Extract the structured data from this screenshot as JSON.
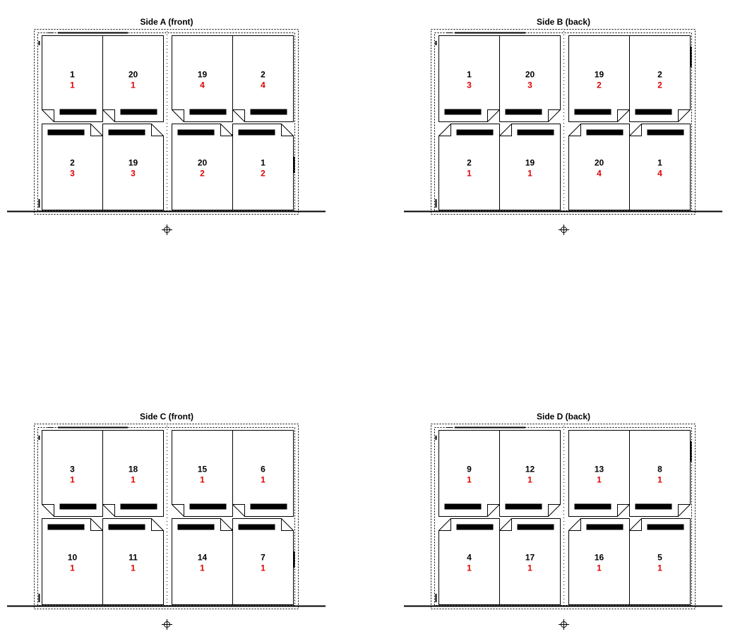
{
  "colors": {
    "ink": "#000000",
    "accent": "#e00000"
  },
  "sides": [
    {
      "title": "Side A (front)",
      "orientation": "front",
      "top_row": [
        {
          "page": "1",
          "sheet": "1"
        },
        {
          "page": "20",
          "sheet": "1"
        },
        {
          "page": "19",
          "sheet": "4"
        },
        {
          "page": "2",
          "sheet": "4"
        }
      ],
      "bottom_row": [
        {
          "page": "2",
          "sheet": "3"
        },
        {
          "page": "19",
          "sheet": "3"
        },
        {
          "page": "20",
          "sheet": "2"
        },
        {
          "page": "1",
          "sheet": "2"
        }
      ]
    },
    {
      "title": "Side B (back)",
      "orientation": "back",
      "top_row": [
        {
          "page": "1",
          "sheet": "3"
        },
        {
          "page": "20",
          "sheet": "3"
        },
        {
          "page": "19",
          "sheet": "2"
        },
        {
          "page": "2",
          "sheet": "2"
        }
      ],
      "bottom_row": [
        {
          "page": "2",
          "sheet": "1"
        },
        {
          "page": "19",
          "sheet": "1"
        },
        {
          "page": "20",
          "sheet": "4"
        },
        {
          "page": "1",
          "sheet": "4"
        }
      ]
    },
    {
      "title": "Side C (front)",
      "orientation": "front",
      "top_row": [
        {
          "page": "3",
          "sheet": "1"
        },
        {
          "page": "18",
          "sheet": "1"
        },
        {
          "page": "15",
          "sheet": "1"
        },
        {
          "page": "6",
          "sheet": "1"
        }
      ],
      "bottom_row": [
        {
          "page": "10",
          "sheet": "1"
        },
        {
          "page": "11",
          "sheet": "1"
        },
        {
          "page": "14",
          "sheet": "1"
        },
        {
          "page": "7",
          "sheet": "1"
        }
      ]
    },
    {
      "title": "Side D (back)",
      "orientation": "back",
      "top_row": [
        {
          "page": "9",
          "sheet": "1"
        },
        {
          "page": "12",
          "sheet": "1"
        },
        {
          "page": "13",
          "sheet": "1"
        },
        {
          "page": "8",
          "sheet": "1"
        }
      ],
      "bottom_row": [
        {
          "page": "4",
          "sheet": "1"
        },
        {
          "page": "17",
          "sheet": "1"
        },
        {
          "page": "16",
          "sheet": "1"
        },
        {
          "page": "5",
          "sheet": "1"
        }
      ]
    }
  ]
}
